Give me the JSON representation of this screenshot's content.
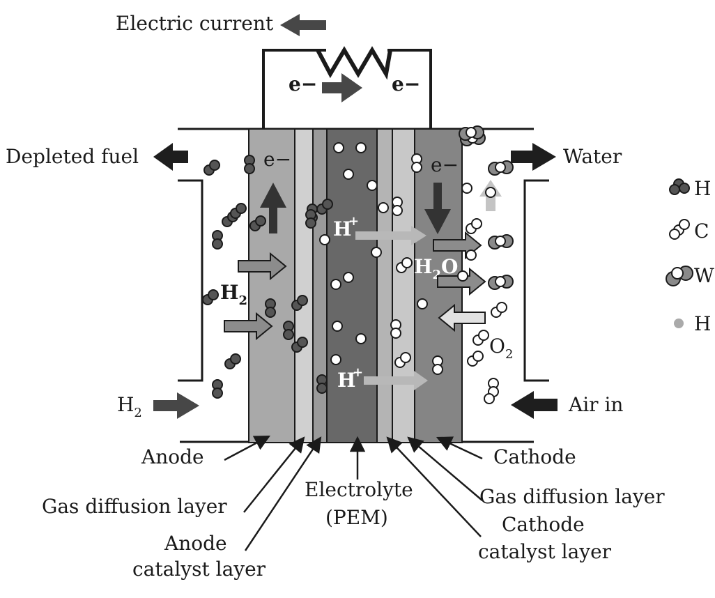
{
  "diagram": {
    "labels": {
      "electric_current": "Electric current",
      "electron": "e−",
      "depleted_fuel": "Depleted fuel",
      "water": "Water",
      "h2_inlet": "H",
      "h2_inlet_sub": "2",
      "air_in": "Air in",
      "h2_flow": "H",
      "h2_flow_sub": "2",
      "o2_flow": "O",
      "o2_flow_sub": "2",
      "proton": "H",
      "proton_sup": "+",
      "water_product": "H",
      "water_product_sub": "2",
      "water_product_o": "O",
      "anode": "Anode",
      "cathode": "Cathode",
      "electrolyte_line1": "Electrolyte",
      "electrolyte_line2": "(PEM)",
      "gdl_left": "Gas diffusion layer",
      "gdl_right": "Gas diffusion layer",
      "anode_catalyst_line1": "Anode",
      "anode_catalyst_line2": "catalyst layer",
      "cathode_catalyst_line1": "Cathode",
      "cathode_catalyst_line2": "catalyst layer"
    },
    "legend": [
      {
        "icon": "hydrogen-molecule-icon",
        "text": "H"
      },
      {
        "icon": "oxygen-molecule-icon",
        "text": "C"
      },
      {
        "icon": "water-molecule-icon",
        "text": "W"
      },
      {
        "icon": "proton-icon",
        "text": "H"
      }
    ],
    "colors": {
      "anode_layer": "#a9a9a9",
      "anode_gdl": "#d0d0d0",
      "anode_catalyst": "#9a9a9a",
      "electrolyte": "#686868",
      "cathode_catalyst": "#b4b4b4",
      "cathode_gdl": "#c8c8c8",
      "cathode_layer": "#858585",
      "dark_arrow": "#1e1e1e",
      "flow_arrow": "#8c8c8c",
      "molecule_dark": "#555555",
      "molecule_light": "#ffffff"
    }
  }
}
